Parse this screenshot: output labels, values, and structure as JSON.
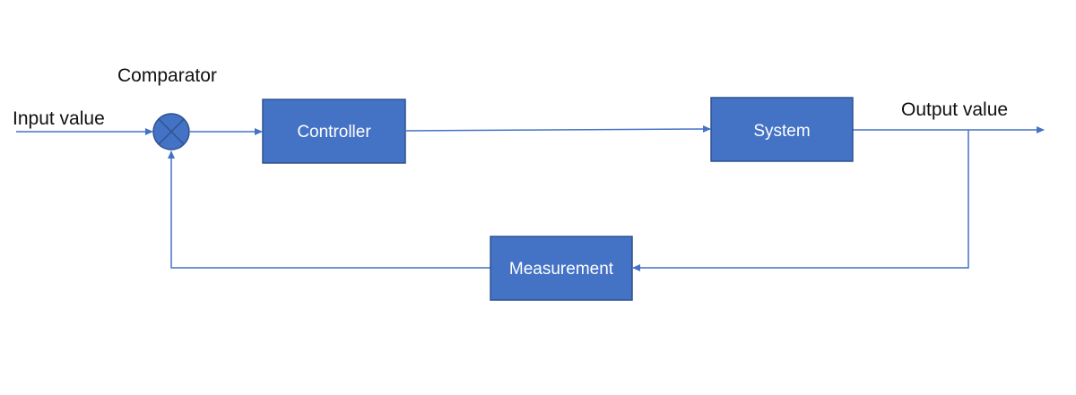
{
  "diagram": {
    "labels": {
      "input": "Input value",
      "output": "Output value",
      "comparator": "Comparator"
    },
    "blocks": {
      "controller": "Controller",
      "system": "System",
      "measurement": "Measurement"
    },
    "colors": {
      "block_fill": "#4472c4",
      "block_border": "#2f528f",
      "line": "#4472c4",
      "text": "#111111",
      "block_text": "#ffffff"
    }
  }
}
